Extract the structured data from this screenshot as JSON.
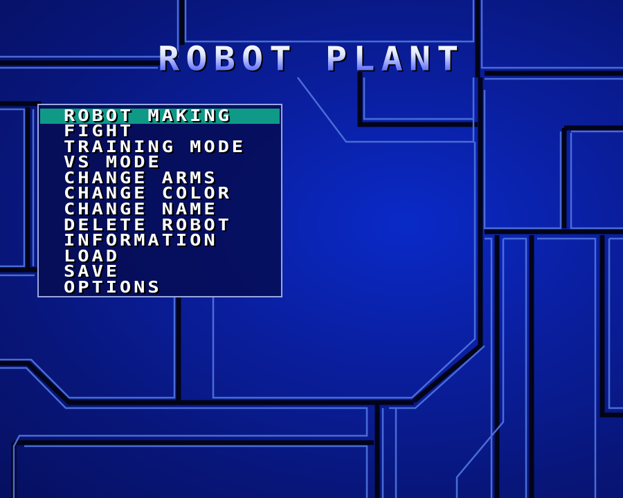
{
  "screen": {
    "title": "ROBOT PLANT",
    "colors": {
      "background": "#0a1fa0",
      "circuit_line": "#4a6cd8",
      "circuit_trace": "#000010",
      "menu_border": "#9aa8e0",
      "menu_background": "#060c50",
      "highlight": "#0f9a88",
      "menu_text": "#ffffff"
    }
  },
  "menu": {
    "selected_index": 0,
    "items": [
      {
        "label": "ROBOT MAKING"
      },
      {
        "label": "FIGHT"
      },
      {
        "label": "TRAINING MODE"
      },
      {
        "label": "VS MODE"
      },
      {
        "label": "CHANGE ARMS"
      },
      {
        "label": "CHANGE COLOR"
      },
      {
        "label": "CHANGE NAME"
      },
      {
        "label": "DELETE ROBOT"
      },
      {
        "label": "INFORMATION"
      },
      {
        "label": "LOAD"
      },
      {
        "label": "SAVE"
      },
      {
        "label": "OPTIONS"
      }
    ]
  }
}
